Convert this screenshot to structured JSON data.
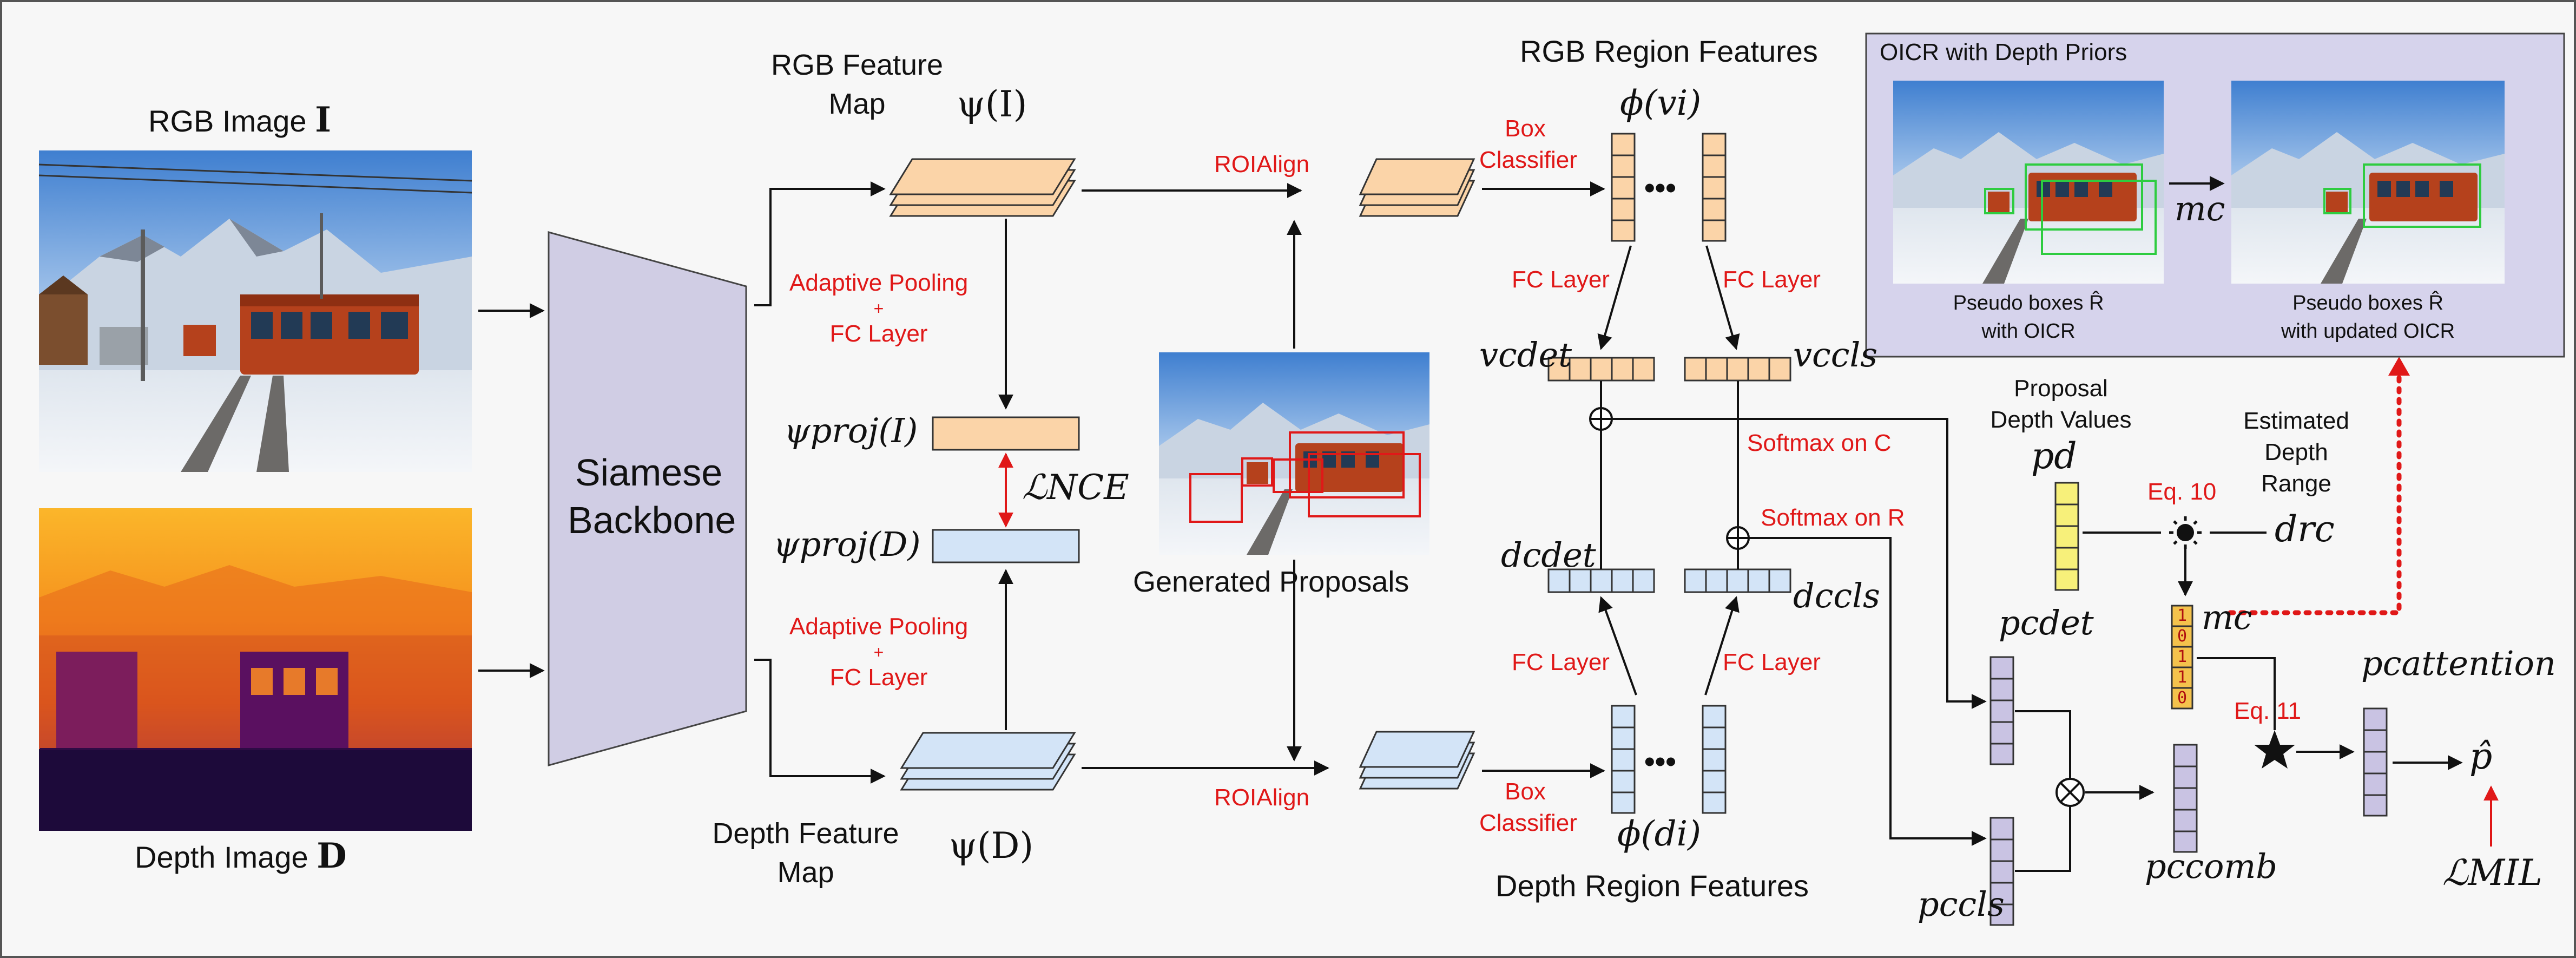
{
  "labels": {
    "rgb_image": "RGB Image",
    "rgb_image_sym": "I",
    "depth_image": "Depth Image",
    "depth_image_sym": "D",
    "backbone_line1": "Siamese",
    "backbone_line2": "Backbone",
    "rgb_feature_map_line1": "RGB Feature",
    "rgb_feature_map_line2": "Map",
    "psi_I": "ψ(I)",
    "depth_feature_map_line1": "Depth Feature",
    "depth_feature_map_line2": "Map",
    "psi_D": "ψ(D)",
    "adaptive_pooling_top_line1": "Adaptive Pooling",
    "adaptive_pooling_top_line2": "+",
    "adaptive_pooling_top_line3": "FC Layer",
    "adaptive_pooling_bottom_line1": "Adaptive Pooling",
    "adaptive_pooling_bottom_line2": "+",
    "adaptive_pooling_bottom_line3": "FC Layer",
    "psi_proj_I": "ψproj(I)",
    "psi_proj_D": "ψproj(D)",
    "loss_nce": "ℒNCE",
    "roialign_top": "ROIAlign",
    "roialign_bottom": "ROIAlign",
    "generated_proposals": "Generated Proposals",
    "box_classifier_top_line1": "Box",
    "box_classifier_top_line2": "Classifier",
    "box_classifier_bottom_line1": "Box",
    "box_classifier_bottom_line2": "Classifier",
    "rgb_region_features": "RGB Region Features",
    "phi_vi": "ϕ(vi)",
    "depth_region_features": "Depth Region Features",
    "phi_di": "ϕ(di)",
    "fc_layer_1": "FC Layer",
    "fc_layer_2": "FC Layer",
    "fc_layer_3": "FC Layer",
    "fc_layer_4": "FC Layer",
    "v_det": "vcdet",
    "v_cls": "vccls",
    "d_det": "dcdet",
    "d_cls": "dccls",
    "softmax_c": "Softmax on C",
    "softmax_r": "Softmax on R",
    "ellipsis_top": "•••",
    "ellipsis_bottom": "•••",
    "proposal_depth_line1": "Proposal",
    "proposal_depth_line2": "Depth Values",
    "pd": "pd",
    "estimated_depth_line1": "Estimated",
    "estimated_depth_line2": "Depth",
    "estimated_depth_line3": "Range",
    "dr_c": "drc",
    "eq10": "Eq. 10",
    "eq11": "Eq. 11",
    "m_c_mid": "mc",
    "mask_values": [
      "1",
      "0",
      "1",
      "1",
      "0"
    ],
    "p_det": "pcdet",
    "p_cls": "pccls",
    "p_comb": "pccomb",
    "p_attention": "pcattention",
    "p_hat": "p̂",
    "loss_mil": "ℒMIL",
    "oicr_title": "OICR with Depth Priors",
    "m_c_oicr": "mc",
    "pseudo_left_line1": "Pseudo boxes R̂",
    "pseudo_left_line2": "with OICR",
    "pseudo_right_line1": "Pseudo boxes R̂",
    "pseudo_right_line2": "with updated OICR"
  },
  "colors": {
    "rgb_feature": "#fbd4a8",
    "depth_feature": "#d3e4f7",
    "backbone": "#d0cde4",
    "attention": "#c9c3e3",
    "pd_yellow": "#f7f07a",
    "mask_orange": "#f4c24c",
    "oicr_panel": "#d6d3ec",
    "red_text": "#e01818"
  }
}
